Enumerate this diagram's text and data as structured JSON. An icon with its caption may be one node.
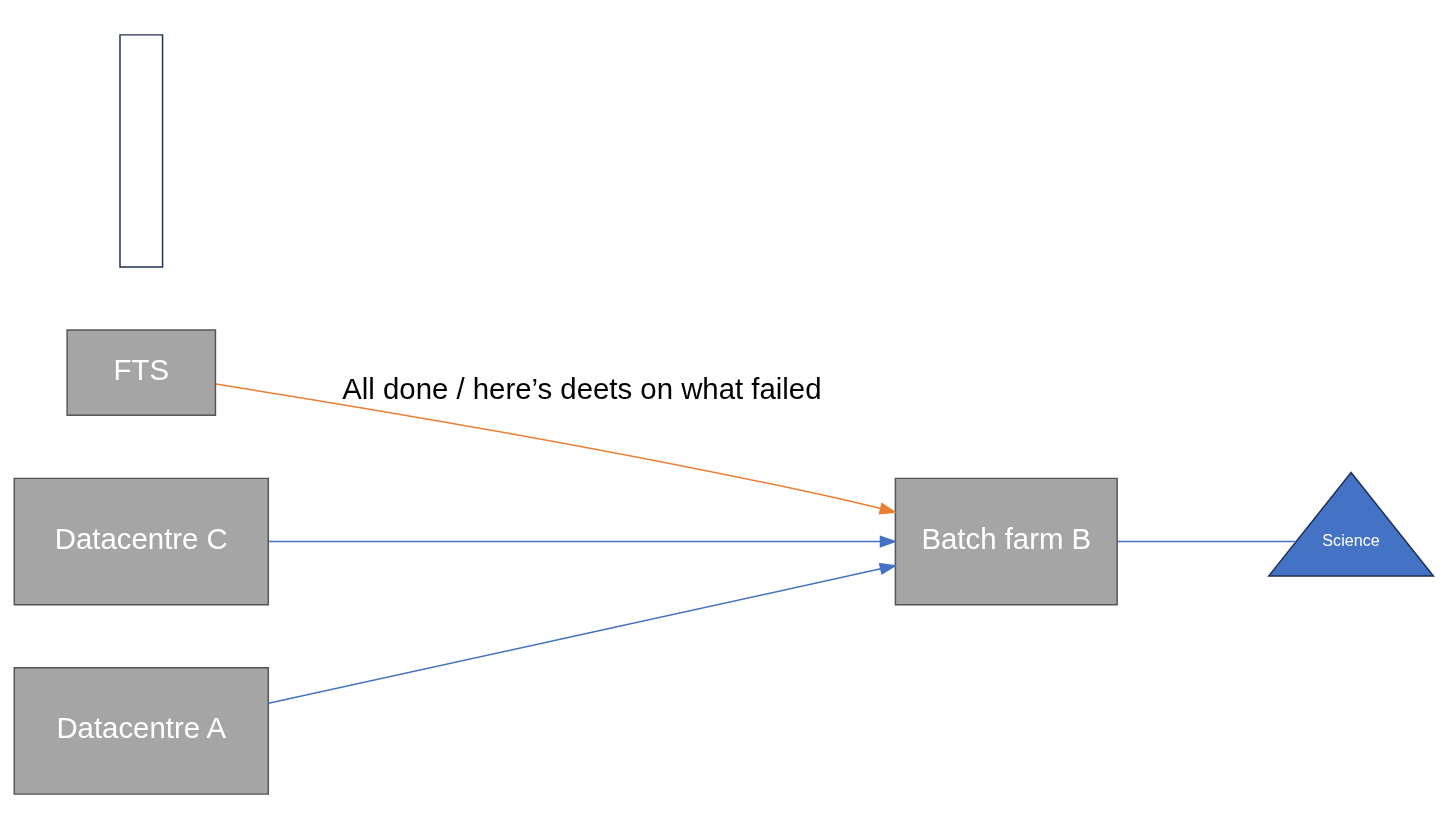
{
  "diagram": {
    "nodes": [
      {
        "text": [
          "FTS"
        ]
      },
      {
        "text": [
          "Datacentre C"
        ]
      },
      {
        "text": [
          "Datacentre A"
        ]
      },
      {
        "text": [
          "Batch farm B"
        ]
      },
      {
        "text": [
          "Science"
        ]
      },
      {
        "text": [],
        "shape": "box"
      }
    ],
    "edges": [
      {
        "from": 0,
        "to": 3,
        "arrow": "to",
        "label": "All done / here’s deets on what failed",
        "color": "#ed7d31"
      },
      {
        "from": 1,
        "to": 3,
        "arrow": "to"
      },
      {
        "from": 2,
        "to": 3,
        "arrow": "to"
      },
      {
        "from": 3,
        "to": 4,
        "arrow": "none"
      }
    ]
  }
}
